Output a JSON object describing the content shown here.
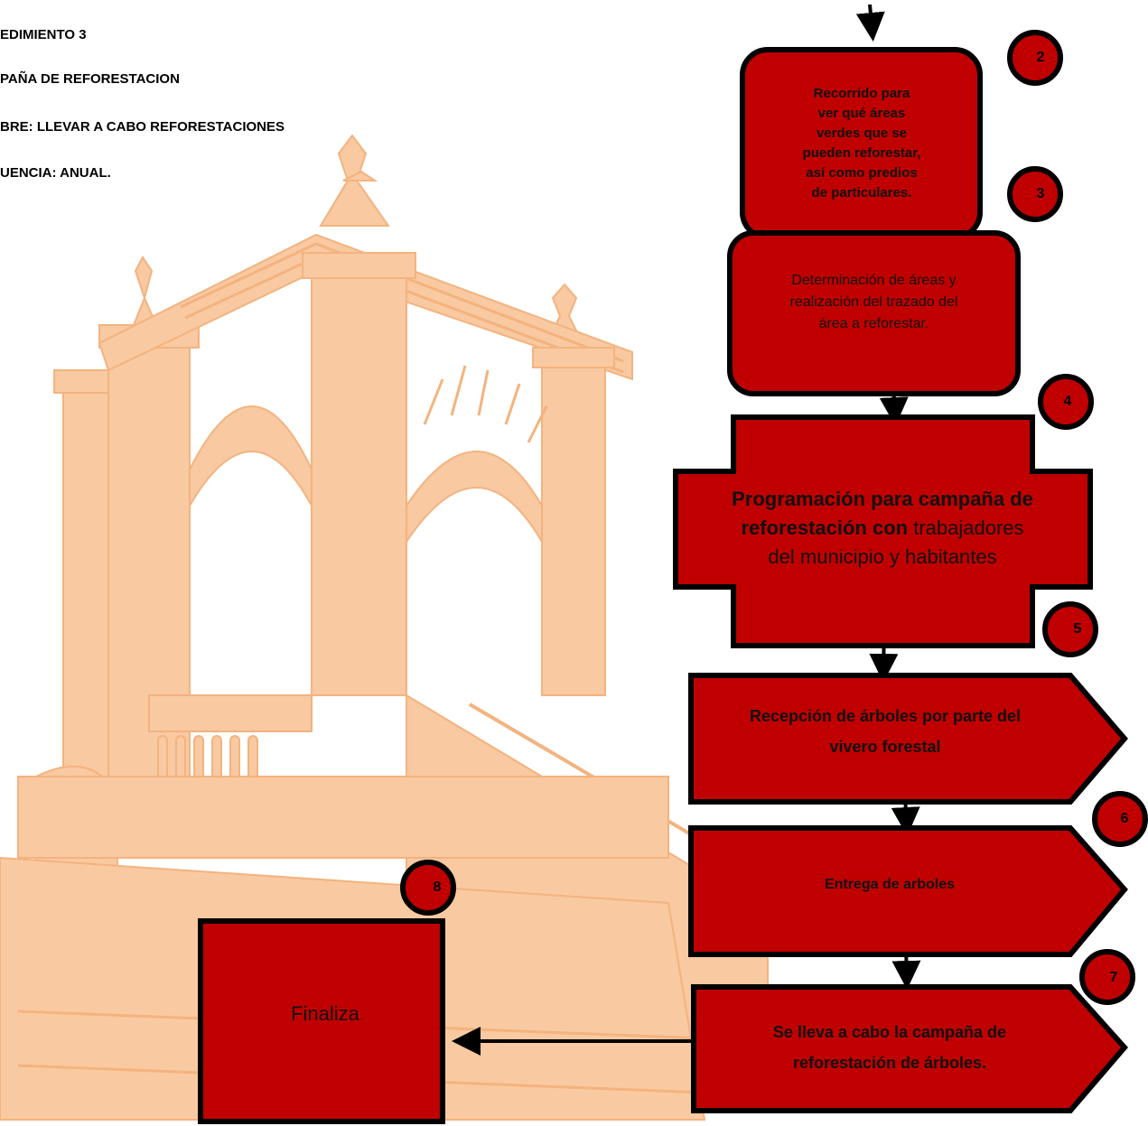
{
  "header": {
    "line1": "EDIMIENTO 3",
    "line2": "PAÑA DE REFORESTACION",
    "line3": "BRE: LLEVAR A CABO REFORESTACIONES",
    "line4": "UENCIA: ANUAL."
  },
  "nodes": {
    "recorrido": {
      "l1": "Recorrido para",
      "l2": "ver qué áreas",
      "l3": "verdes  que se",
      "l4": "pueden reforestar,",
      "l5": "así como  predios",
      "l6": "de particulares."
    },
    "determinacion": {
      "l1": "Determinación de áreas y",
      "l2": "realización del trazado del",
      "l3": "área a  reforestar."
    },
    "programacion": {
      "bold1": "Programación para campaña de",
      "bold2": "reforestación con",
      "normal2": " trabajadores",
      "l3": "del municipio y habitantes"
    },
    "recepcion": {
      "l1": "Recepción de árboles por parte del",
      "l2": "vivero forestal"
    },
    "entrega": {
      "l1": "Entrega de arboles"
    },
    "campana": {
      "l1": "Se lleva a cabo la campaña de",
      "l2": "reforestación de árboles."
    },
    "finaliza": {
      "label": "Finaliza"
    }
  },
  "badges": {
    "b2": "2",
    "b3": "3",
    "b4": "4",
    "b5": "5",
    "b6": "6",
    "b7": "7",
    "b8": "8"
  },
  "colors": {
    "node_fill": "#c00000",
    "outline": "#000000",
    "watermark": "#f9c9a1"
  }
}
